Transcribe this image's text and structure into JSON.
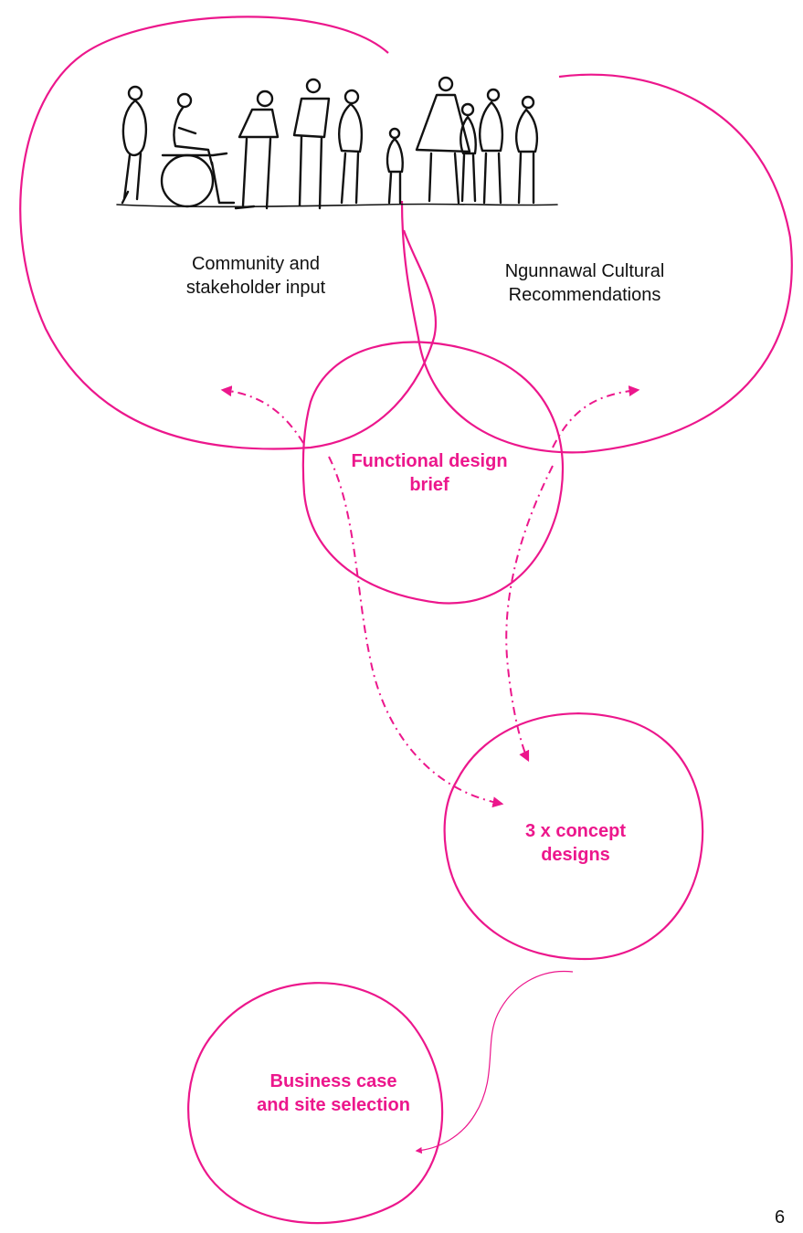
{
  "colors": {
    "accent": "#ec178c",
    "ink": "#111111",
    "background": "#ffffff"
  },
  "nodes": {
    "community": {
      "lines": [
        "Community and",
        "stakeholder input"
      ]
    },
    "ngunnawal": {
      "lines": [
        "Ngunnawal Cultural",
        "Recommendations"
      ]
    },
    "brief": {
      "lines": [
        "Functional design",
        "brief"
      ]
    },
    "concepts": {
      "lines": [
        "3 x concept",
        "designs"
      ]
    },
    "business": {
      "lines": [
        "Business case",
        "and site selection"
      ]
    }
  },
  "figures_illustration": {
    "icon": "people-sketch-icon",
    "count": 10,
    "includes": "wheelchair-user-icon"
  },
  "page_number": "6"
}
